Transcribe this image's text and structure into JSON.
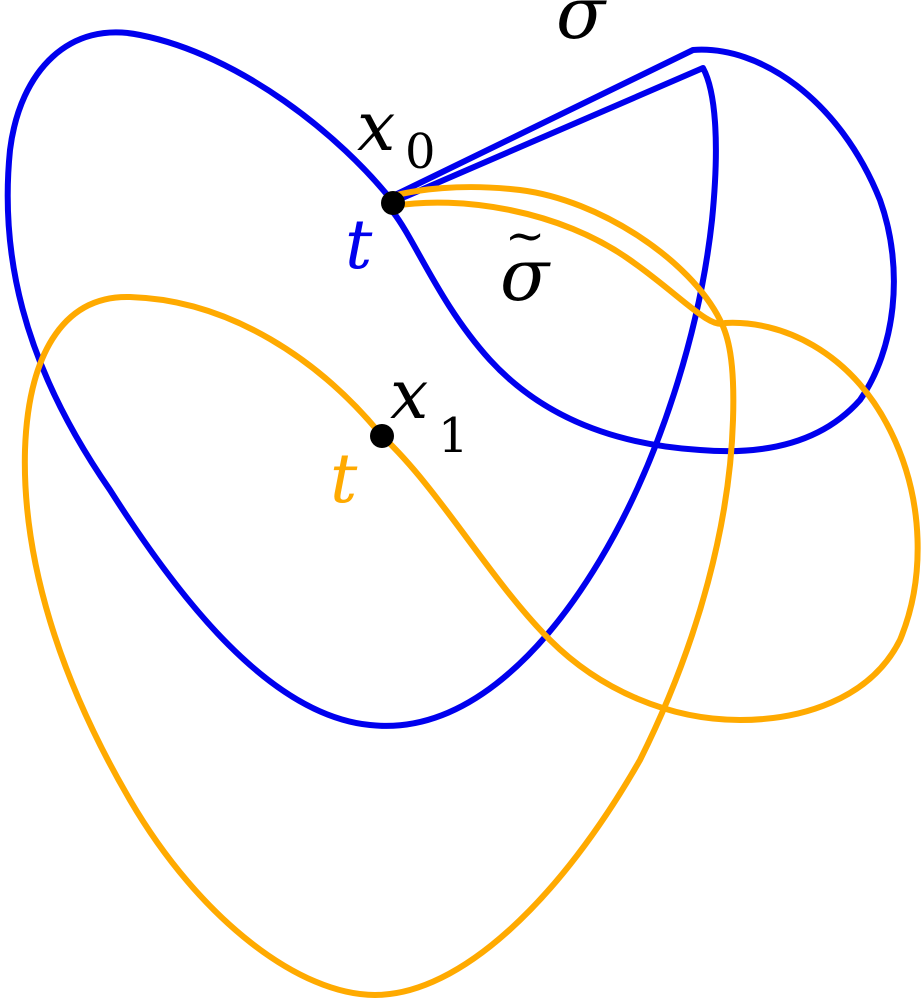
{
  "colors": {
    "background": "#ffffff",
    "blue_curve": "#0000ee",
    "orange_curve": "#ffaa00",
    "points": "#000000",
    "labels": "#000000"
  },
  "labels": {
    "sigma": "σ",
    "sigma_tilde": "σ",
    "sigma_tilde_accent": "~",
    "x0_base": "x",
    "x0_sub": "0",
    "x1_base": "x",
    "x1_sub": "1",
    "t_blue": "t",
    "t_orange": "t"
  }
}
